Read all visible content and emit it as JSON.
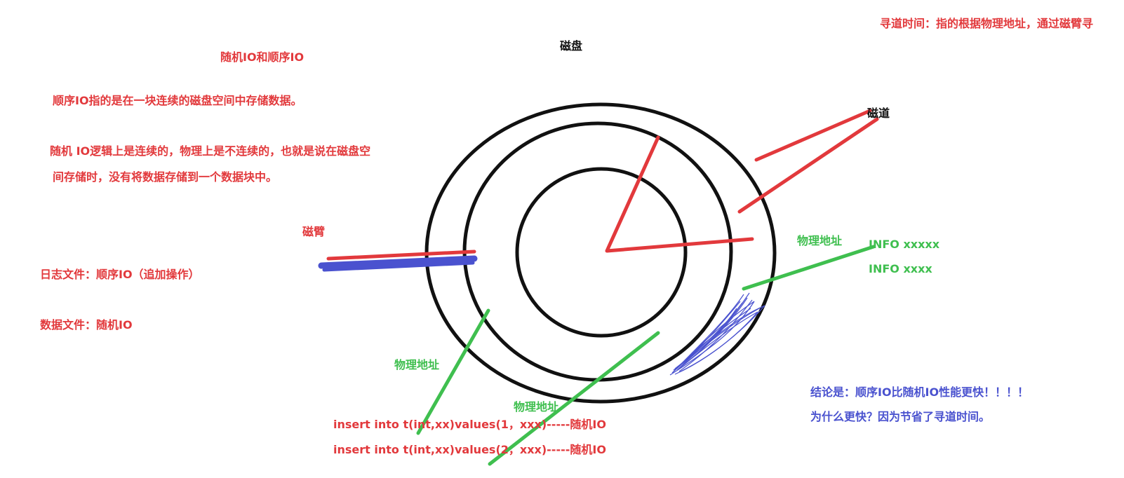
{
  "texts": {
    "seek_time_note": "寻道时间：指的根据物理地址，通过磁臂寻",
    "disk_title": "磁盘",
    "random_vs_seq_title": "随机IO和顺序IO",
    "seq_io_def": "顺序IO指的是在一块连续的磁盘空间中存储数据。",
    "random_io_def_line1": "随机 IO逻辑上是连续的，物理上是不连续的，也就是说在磁盘空",
    "random_io_def_line2": "间存储时，没有将数据存储到一个数据块中。",
    "track_label": "磁道",
    "arm_label": "磁臂",
    "log_file": "日志文件：顺序IO（追加操作）",
    "data_file": "数据文件：随机IO",
    "phys_addr_right": "物理地址",
    "phys_addr_left": "物理地址",
    "phys_addr_bottom": "物理地址",
    "info_line1": "INFO  xxxxx",
    "info_line2": "INFO xxxx",
    "insert_line1": "insert into t(int,xx)values(1，xxx)-----随机IO",
    "insert_line2": "insert into t(int,xx)values(2，xxx)-----随机IO",
    "conclusion_line1": "结论是：顺序IO比随机IO性能更快！！！！",
    "conclusion_line2": "为什么更快？因为节省了寻道时间。"
  },
  "colors": {
    "red": "#e2393c",
    "green": "#3fbf4f",
    "blue": "#4a52cf",
    "black": "#111111"
  }
}
